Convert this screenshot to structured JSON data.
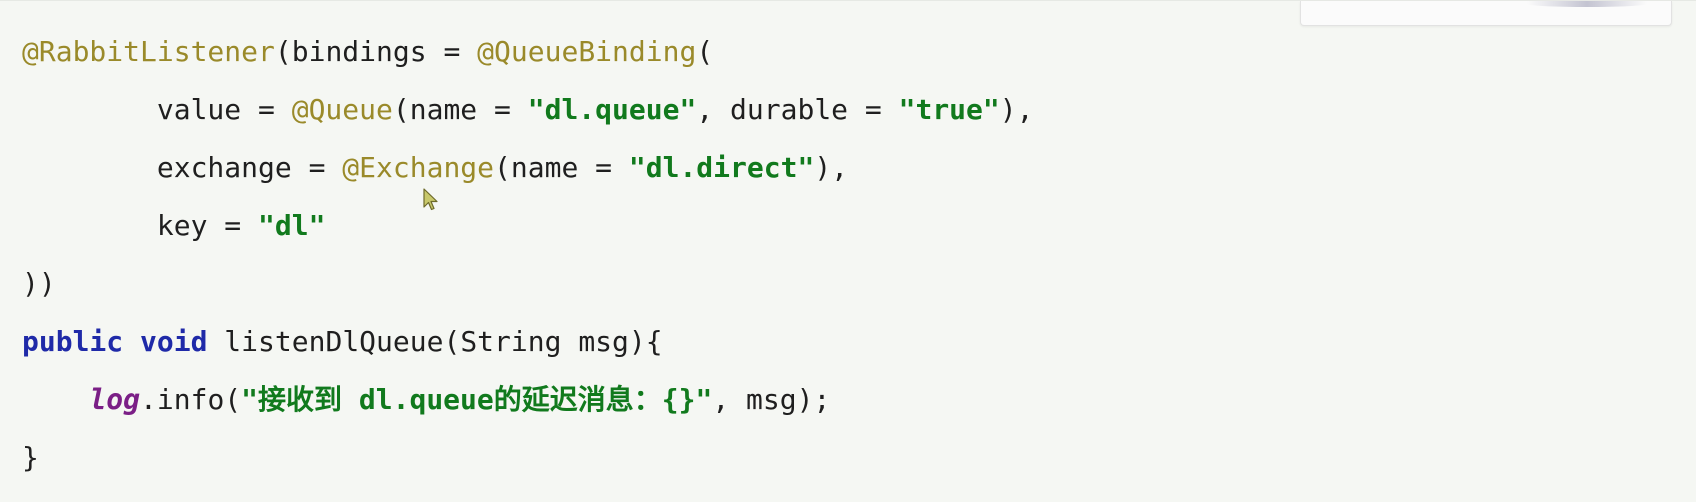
{
  "code": {
    "line1": {
      "annotation": "@RabbitListener",
      "rest": "(bindings = ",
      "annotation2": "@QueueBinding",
      "tail": "("
    },
    "line2": {
      "indent": "        ",
      "pre": "value = ",
      "annotation": "@Queue",
      "mid": "(name = ",
      "str1": "\"dl.queue\"",
      "mid2": ", durable = ",
      "str2": "\"true\"",
      "tail": "),"
    },
    "line3": {
      "indent": "        ",
      "pre": "exchange = ",
      "annotation": "@Exchange",
      "mid": "(name = ",
      "str1": "\"dl.direct\"",
      "tail": "),"
    },
    "line4": {
      "indent": "        ",
      "pre": "key = ",
      "str1": "\"dl\""
    },
    "line5": {
      "text": "))"
    },
    "line6": {
      "kw1": "public",
      "sp1": " ",
      "kw2": "void",
      "rest": " listenDlQueue(String msg){"
    },
    "line7": {
      "indent": "    ",
      "field": "log",
      "mid": ".info(",
      "str1": "\"接收到 dl.queue的延迟消息：{}\"",
      "tail": ", msg);"
    },
    "line8": {
      "text": "}"
    }
  },
  "colors": {
    "annotation": "#9a8a2a",
    "string": "#117a1d",
    "keyword": "#1f2aa8",
    "field": "#7b1f86",
    "background": "#f5f7f3"
  },
  "icons": {
    "cursor": "mouse-pointer-icon"
  }
}
